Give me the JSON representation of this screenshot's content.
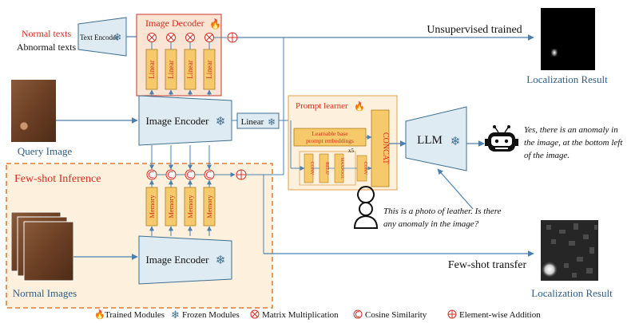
{
  "inputs": {
    "normal_texts": "Normal texts",
    "abnormal_texts": "Abnormal texts",
    "text_encoder": "Text Encoder"
  },
  "image_decoder": {
    "title": "Image Decoder",
    "linear_label": "Linear"
  },
  "unsupervised": {
    "label": "Unsupervised trained"
  },
  "localization_top": {
    "label": "Localization Result"
  },
  "localization_bottom": {
    "label": "Localization Result"
  },
  "query": {
    "label": "Query Image"
  },
  "image_encoder_top": {
    "label": "Image Encoder"
  },
  "image_encoder_bottom": {
    "label": "Image Encoder"
  },
  "linear_box": {
    "label": "Linear"
  },
  "prompt_learner": {
    "title": "Prompt learner",
    "embeddings_line1": "Learnable base",
    "embeddings_line2": "prompt embeddings",
    "concat": "CONCAT",
    "conv": "CONV",
    "relu": "RELU",
    "maxpool": "MAXPOOL",
    "repeat": "x5"
  },
  "llm": {
    "label": "LLM"
  },
  "answer": {
    "line1": "Yes, there is an anomaly in",
    "line2": "the image, at the bottom left",
    "line3": "of the image."
  },
  "question": {
    "line1": "This is a photo of leather. Is there",
    "line2": "any anomaly in the image?"
  },
  "fewshot": {
    "title": "Few-shot Inference",
    "memory_label": "Memory",
    "normal_images": "Normal Images",
    "transfer": "Few-shot transfer"
  },
  "legend": {
    "trained": "Trained Modules",
    "frozen": "Frozen Modules",
    "matmul": "Matrix Multiplication",
    "cosine": "Cosine Similarity",
    "addition": "Element-wise Addition"
  },
  "colors": {
    "accent_red": "#d62d20",
    "encoder_fill": "#deebf3",
    "encoder_stroke": "#3f6f8f",
    "decoder_fill": "#fbe4d3",
    "module_fill": "#f6c96a",
    "prompt_fill": "#fdf0dc",
    "fewshot_stroke": "#e07a2e",
    "line_blue": "#4a7fb0"
  }
}
